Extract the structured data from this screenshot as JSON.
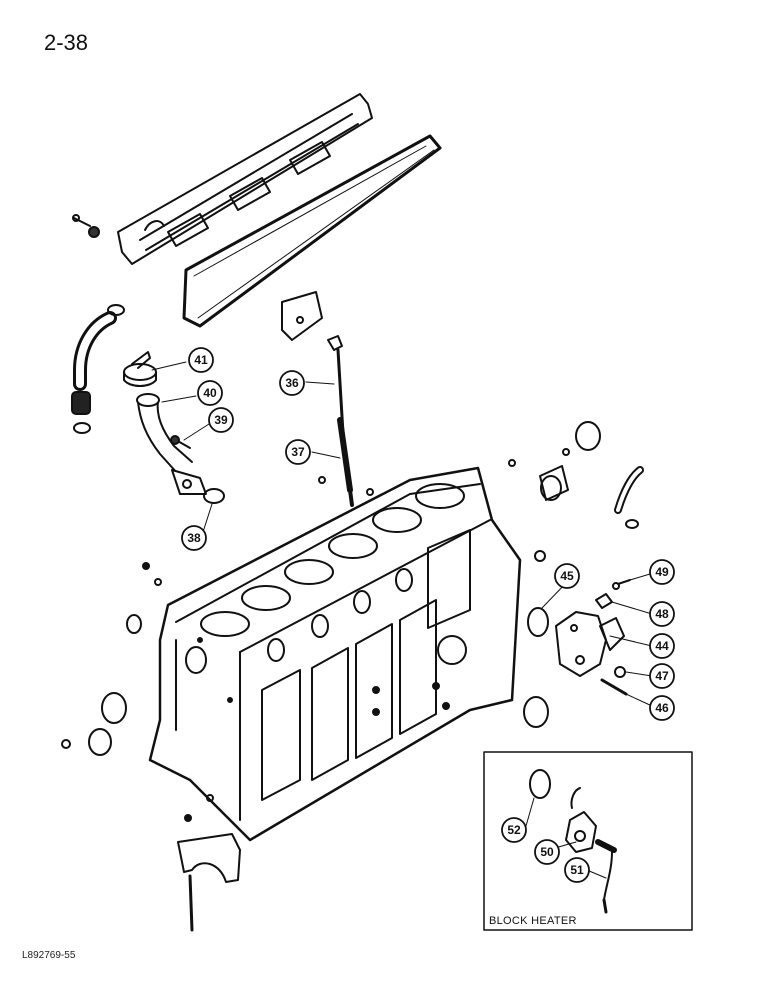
{
  "page_number": "2-38",
  "document_code": "L892769-55",
  "inset": {
    "label": "BLOCK HEATER"
  },
  "callouts": [
    {
      "id": "callout-36",
      "label": "36"
    },
    {
      "id": "callout-37",
      "label": "37"
    },
    {
      "id": "callout-38",
      "label": "38"
    },
    {
      "id": "callout-39",
      "label": "39"
    },
    {
      "id": "callout-40",
      "label": "40"
    },
    {
      "id": "callout-41",
      "label": "41"
    },
    {
      "id": "callout-44",
      "label": "44"
    },
    {
      "id": "callout-45",
      "label": "45"
    },
    {
      "id": "callout-46",
      "label": "46"
    },
    {
      "id": "callout-47",
      "label": "47"
    },
    {
      "id": "callout-48",
      "label": "48"
    },
    {
      "id": "callout-49",
      "label": "49"
    },
    {
      "id": "callout-50",
      "label": "50"
    },
    {
      "id": "callout-51",
      "label": "51"
    },
    {
      "id": "callout-52",
      "label": "52"
    }
  ]
}
